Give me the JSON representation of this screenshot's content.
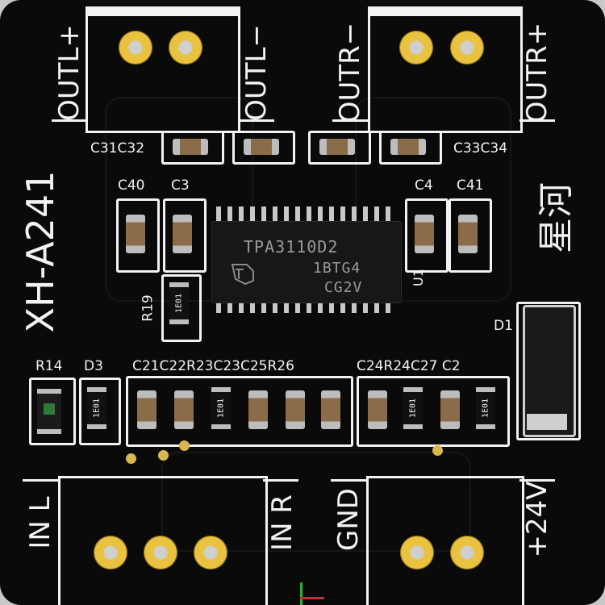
{
  "board": {
    "model": "XH-A241",
    "brand": "星河",
    "chip": {
      "line1": "TPA3110D2",
      "line2": "1BTG4",
      "line3": "CG2V"
    },
    "chip_ref": "U1",
    "terminals": {
      "outl_plus": "OUTL+",
      "outl_minus": "OUTL−",
      "outr_minus": "OUTR−",
      "outr_plus": "OUTR+",
      "in_l": "IN L",
      "in_r": "IN R",
      "gnd": "GND",
      "v24": "+24V"
    },
    "labels": {
      "c31c32": "C31C32",
      "c33c34": "C33C34",
      "c40": "C40",
      "c3": "C3",
      "c4": "C4",
      "c41": "C41",
      "r19": "R19",
      "d1": "D1",
      "r14": "R14",
      "d3": "D3",
      "row_mid": "C21C22R23C23C25R26",
      "row_right": "C24R24C27 C2"
    },
    "resistor_code": "1E01"
  }
}
